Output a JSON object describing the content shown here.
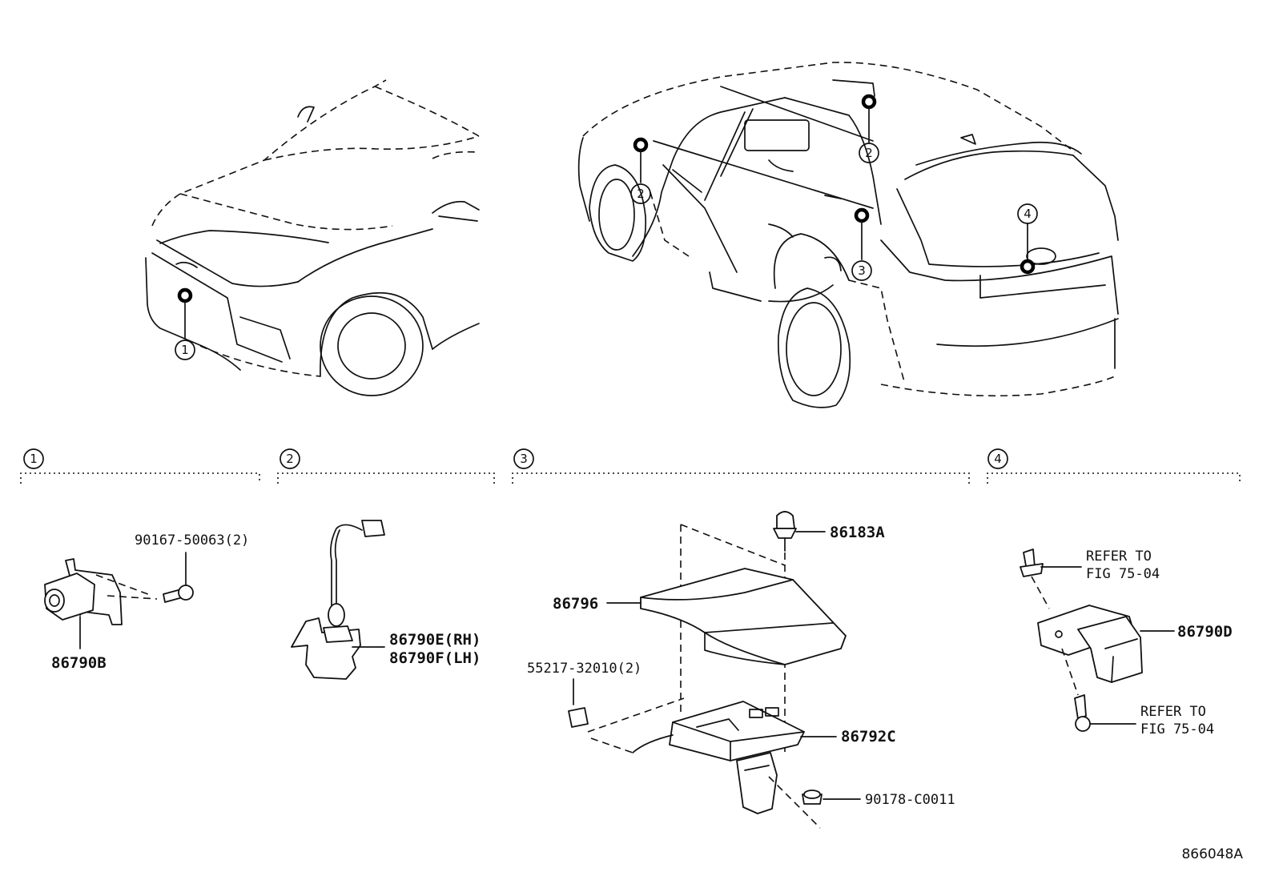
{
  "figure_id": "866048A",
  "callouts": [
    "1",
    "2",
    "2",
    "3",
    "4"
  ],
  "section_numbers": [
    "1",
    "2",
    "3",
    "4"
  ],
  "parts": {
    "camera_front": "86790B",
    "bolt_front": "90167-50063(2)",
    "camera_rh": "86790E(RH)",
    "camera_lh": "86790F(LH)",
    "clip_86183A": "86183A",
    "cover": "86796",
    "clip_55217": "55217-32010(2)",
    "ecu": "86792C",
    "nut": "90178-C0011",
    "camera_rear": "86790D"
  },
  "refer": {
    "upper_line1": "REFER TO",
    "upper_line2": "FIG 75-04",
    "lower_line1": "REFER TO",
    "lower_line2": "FIG 75-04"
  }
}
